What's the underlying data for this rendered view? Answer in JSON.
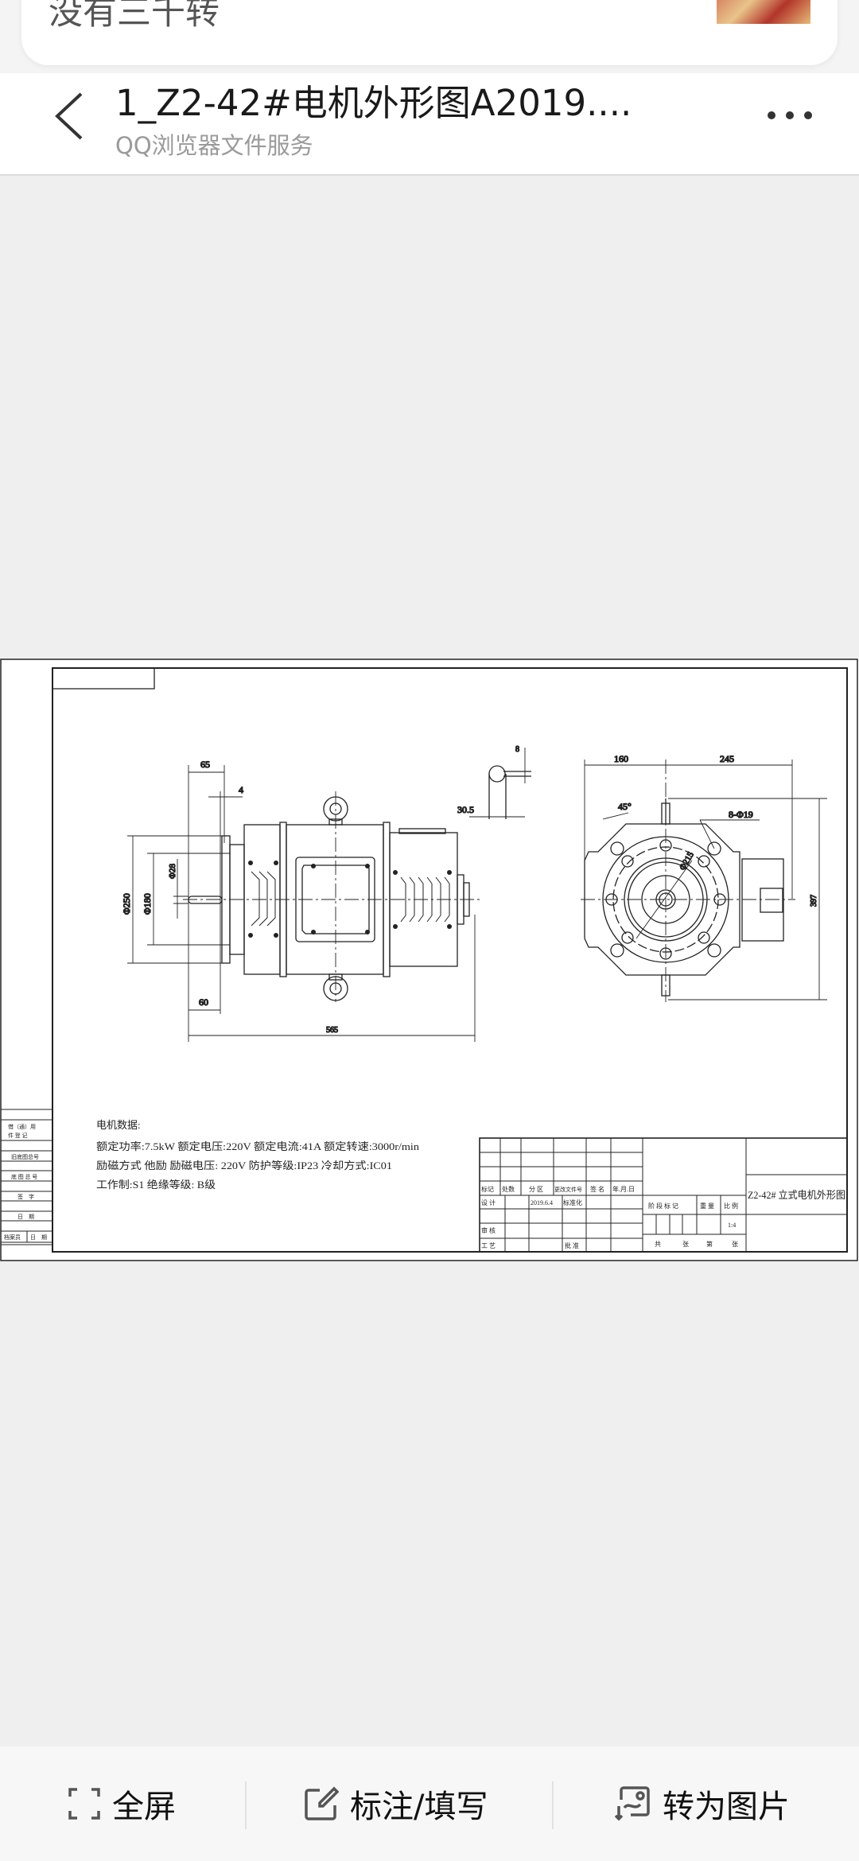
{
  "notification_card": {
    "text": "没有三千转"
  },
  "header": {
    "title": "1_Z2-42#电机外形图A2019....",
    "subtitle": "QQ浏览器文件服务"
  },
  "drawing": {
    "dimensions": {
      "d65": "65",
      "d4": "4",
      "d60": "60",
      "d565": "565",
      "d250": "Φ250",
      "d180": "Φ180",
      "d28": "Φ28",
      "d30_5": "30.5",
      "d8": "8",
      "d160": "160",
      "d245": "245",
      "d397": "397",
      "d45": "45°",
      "holes": "8-Φ19",
      "d215": "Φ215"
    },
    "motor_data": {
      "heading": "电机数据:",
      "line1": "额定功率:7.5kW 额定电压:220V 额定电流:41A 额定转速:3000r/min",
      "line2": "励磁方式 他励 励磁电压: 220V 防护等级:IP23 冷却方式:IC01",
      "line3": "工作制:S1 绝缘等级: B级"
    },
    "left_strip": [
      "借（通）用",
      "件 登 记",
      "旧底图总号",
      "底 图 总 号",
      "签　字",
      "日　期",
      "档案员",
      "日　期"
    ],
    "title_block": {
      "headers": [
        "标记",
        "处数",
        "分 区",
        "更改文件号",
        "签 名",
        "年.月.日"
      ],
      "design": "设 计",
      "date": "2019.6.4",
      "standardize": "标准化",
      "review": "审 核",
      "process": "工 艺",
      "approve": "批 准",
      "stage_mark": "阶 段 标 记",
      "weight": "重 量",
      "scale_label": "比 例",
      "scale": "1:4",
      "sheets": [
        "共",
        "张",
        "第",
        "张"
      ],
      "drawing_title": "Z2-42# 立式电机外形图"
    }
  },
  "bottom_bar": {
    "fullscreen": "全屏",
    "annotate": "标注/填写",
    "to_image": "转为图片"
  }
}
